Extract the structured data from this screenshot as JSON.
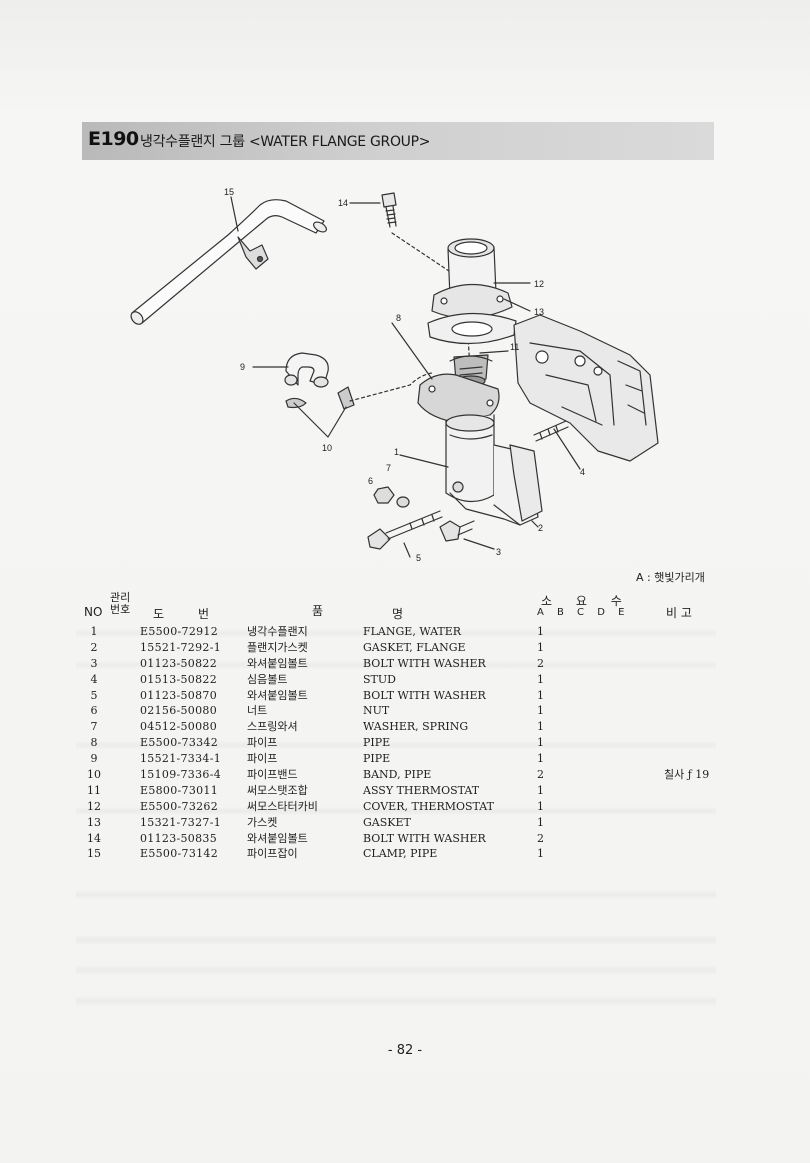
{
  "section": {
    "code": "E190",
    "title": "냉각수플랜지 그룹 <WATER FLANGE GROUP>"
  },
  "diagram": {
    "callouts": [
      "1",
      "2",
      "3",
      "3",
      "4",
      "5",
      "6",
      "7",
      "8",
      "9",
      "10",
      "11",
      "12",
      "13",
      "14",
      "15"
    ],
    "note": "A : 햇빛가리개"
  },
  "table": {
    "headers": {
      "no": "NO",
      "mgmt": "관리\n번호",
      "drawing_1": "도",
      "drawing_2": "번",
      "name_1": "품",
      "name_2": "명",
      "qty": "소 요 수",
      "qty_cols": "A B C D E",
      "remark": "비 고"
    },
    "rows": [
      {
        "no": "1",
        "part": "E5500-72912",
        "kr": "냉각수플랜지",
        "en": "FLANGE, WATER",
        "qty": "1",
        "remark": ""
      },
      {
        "no": "2",
        "part": "15521-7292-1",
        "kr": "플랜지가스켓",
        "en": "GASKET, FLANGE",
        "qty": "1",
        "remark": ""
      },
      {
        "no": "3",
        "part": "01123-50822",
        "kr": "와셔붙임볼트",
        "en": "BOLT WITH WASHER",
        "qty": "2",
        "remark": ""
      },
      {
        "no": "4",
        "part": "01513-50822",
        "kr": "심음볼트",
        "en": "STUD",
        "qty": "1",
        "remark": ""
      },
      {
        "no": "5",
        "part": "01123-50870",
        "kr": "와셔붙임볼트",
        "en": "BOLT WITH WASHER",
        "qty": "1",
        "remark": ""
      },
      {
        "no": "6",
        "part": "02156-50080",
        "kr": "너트",
        "en": "NUT",
        "qty": "1",
        "remark": ""
      },
      {
        "no": "7",
        "part": "04512-50080",
        "kr": "스프링와셔",
        "en": "WASHER, SPRING",
        "qty": "1",
        "remark": ""
      },
      {
        "no": "8",
        "part": "E5500-73342",
        "kr": "파이프",
        "en": "PIPE",
        "qty": "1",
        "remark": ""
      },
      {
        "no": "9",
        "part": "15521-7334-1",
        "kr": "파이프",
        "en": "PIPE",
        "qty": "1",
        "remark": ""
      },
      {
        "no": "10",
        "part": "15109-7336-4",
        "kr": "파이프밴드",
        "en": "BAND, PIPE",
        "qty": "2",
        "remark": "칠사 ƒ 19"
      },
      {
        "no": "11",
        "part": "E5800-73011",
        "kr": "써모스탯조합",
        "en": "ASSY THERMOSTAT",
        "qty": "1",
        "remark": ""
      },
      {
        "no": "12",
        "part": "E5500-73262",
        "kr": "써모스타터카비",
        "en": "COVER, THERMOSTAT",
        "qty": "1",
        "remark": ""
      },
      {
        "no": "13",
        "part": "15321-7327-1",
        "kr": "가스켓",
        "en": "GASKET",
        "qty": "1",
        "remark": ""
      },
      {
        "no": "14",
        "part": "01123-50835",
        "kr": "와셔붙임볼트",
        "en": "BOLT WITH WASHER",
        "qty": "2",
        "remark": ""
      },
      {
        "no": "15",
        "part": "E5500-73142",
        "kr": "파이프잡이",
        "en": "CLAMP, PIPE",
        "qty": "1",
        "remark": ""
      }
    ]
  },
  "footer": {
    "page": "- 82 -"
  }
}
